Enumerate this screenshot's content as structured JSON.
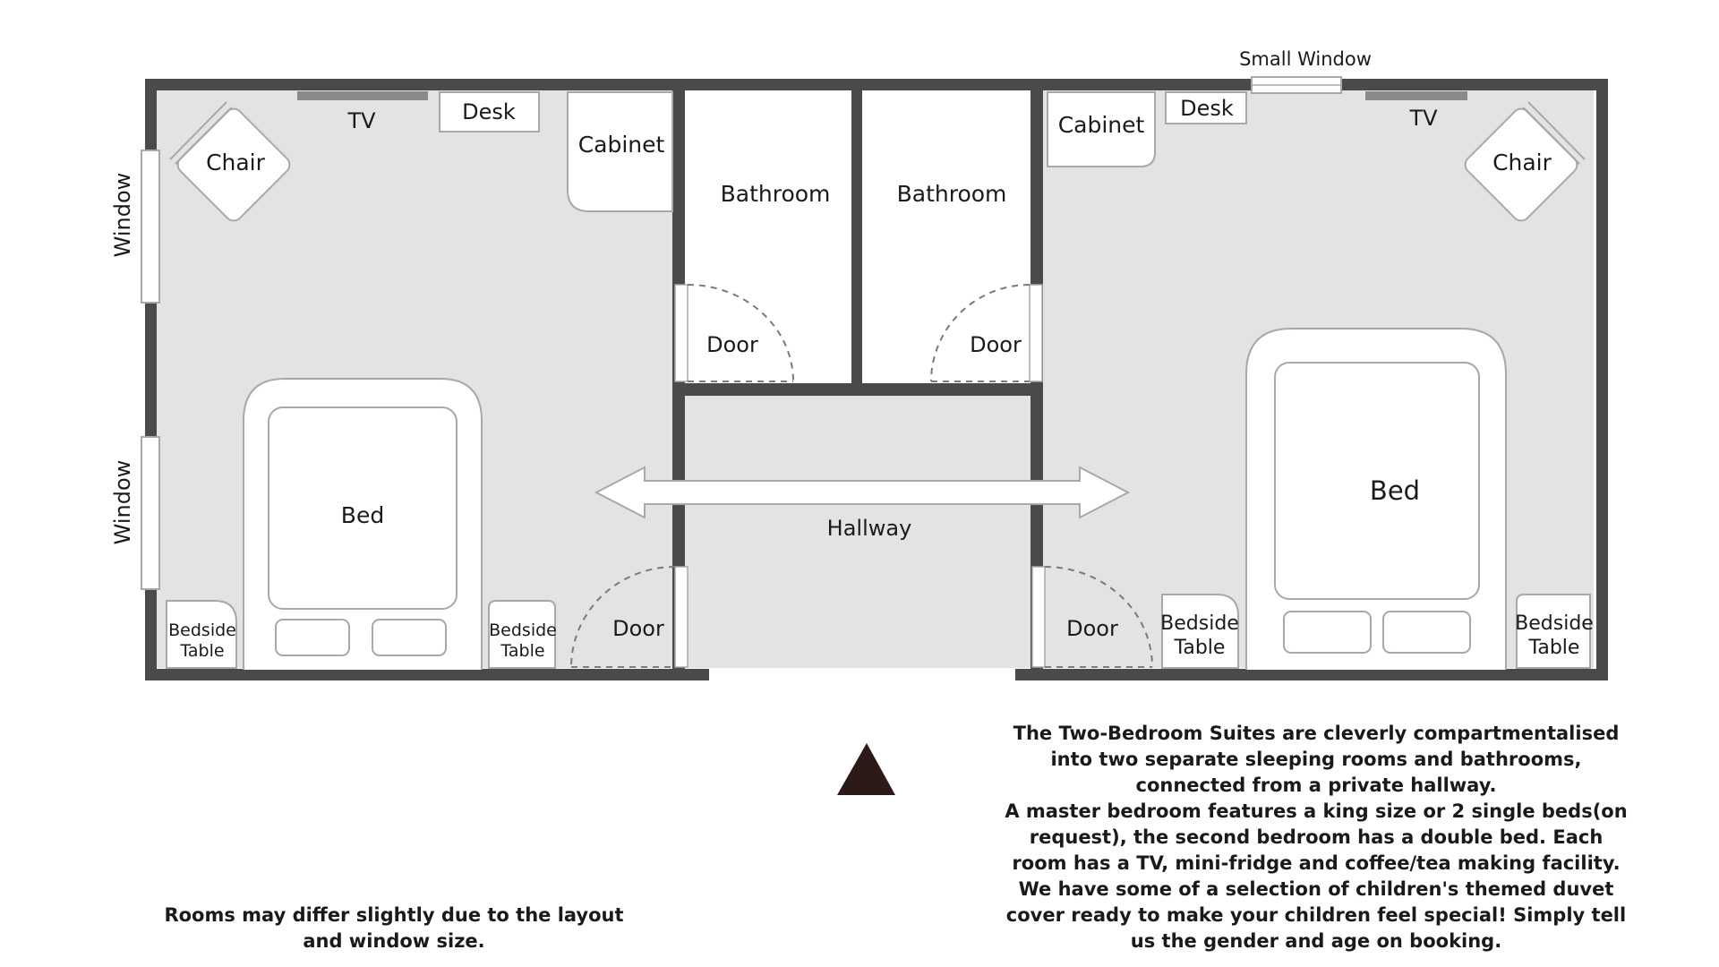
{
  "labels": {
    "tv": "TV",
    "desk": "Desk",
    "cabinet": "Cabinet",
    "chair": "Chair",
    "window": "Window",
    "small_window": "Small Window",
    "bathroom": "Bathroom",
    "door": "Door",
    "hallway": "Hallway",
    "bed": "Bed",
    "bedside_line1": "Bedside",
    "bedside_line2": "Table"
  },
  "notes": {
    "disclaimer": "Rooms may differ slightly due to the layout and window size.",
    "description_1": "The Two-Bedroom Suites are cleverly compartmentalised into two separate sleeping rooms and bathrooms, connected from a private hallway.",
    "description_2": "A master bedroom features a king size or 2 single beds(on request), the second bedroom has a double bed. Each room has a TV, mini-fridge and coffee/tea making facility.",
    "description_3": "We have some of a selection of children's themed duvet cover ready to make your children feel special! Simply tell us the gender and age on booking."
  },
  "colors": {
    "wall": "#4a4a4a",
    "floor": "#e3e3e5",
    "furniture": "#ffffff",
    "furniture_stroke": "#a8a8a8",
    "tv_bar": "#8a8a8a",
    "entrance_marker": "#2b1a17",
    "text": "#1a1a1a"
  }
}
